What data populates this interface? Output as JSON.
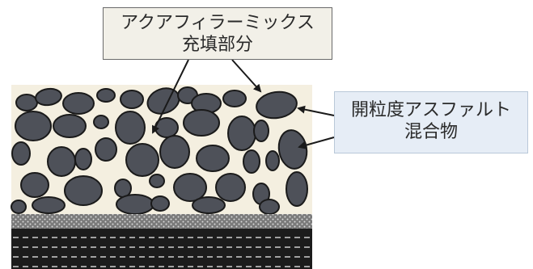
{
  "labels": {
    "filler_mix": {
      "line1": "アクアフィラーミックス",
      "line2": "充填部分"
    },
    "porous_asphalt": {
      "line1": "開粒度アスファルト",
      "line2": "混合物"
    }
  },
  "colors": {
    "filler_background": "#f4efe0",
    "aggregate_fill": "#4e5159",
    "aggregate_stroke": "#1a1a1a",
    "base_layer": "#1c1c1c",
    "gravel_layer": "#7c7c7c",
    "callout_top_bg": "#f2f0e8",
    "callout_right_bg": "#e6edf6"
  },
  "icons": [
    "arrow-icon"
  ]
}
